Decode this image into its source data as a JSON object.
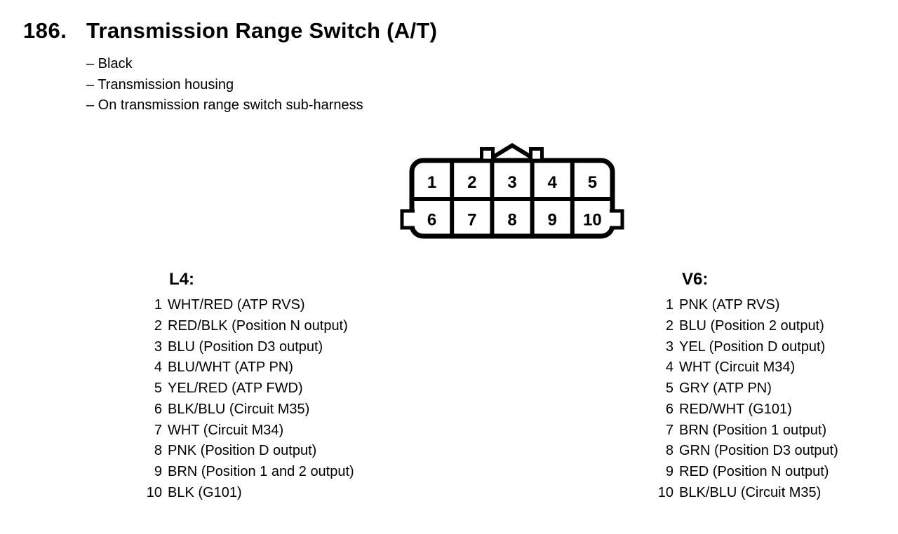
{
  "page": {
    "number": "186.",
    "title": "Transmission Range Switch (A/T)",
    "bullets": [
      "– Black",
      "– Transmission housing",
      "– On transmission range switch sub-harness"
    ]
  },
  "connector": {
    "pins_top": [
      "1",
      "2",
      "3",
      "4",
      "5"
    ],
    "pins_bottom": [
      "6",
      "7",
      "8",
      "9",
      "10"
    ]
  },
  "l4": {
    "title": "L4:",
    "pins": [
      {
        "num": "1",
        "desc": "WHT/RED (ATP RVS)"
      },
      {
        "num": "2",
        "desc": "RED/BLK (Position N output)"
      },
      {
        "num": "3",
        "desc": "BLU (Position D3 output)"
      },
      {
        "num": "4",
        "desc": "BLU/WHT (ATP PN)"
      },
      {
        "num": "5",
        "desc": "YEL/RED (ATP FWD)"
      },
      {
        "num": "6",
        "desc": "BLK/BLU (Circuit M35)"
      },
      {
        "num": "7",
        "desc": "WHT (Circuit M34)"
      },
      {
        "num": "8",
        "desc": "PNK (Position D output)"
      },
      {
        "num": "9",
        "desc": "BRN (Position 1 and 2 output)"
      },
      {
        "num": "10",
        "desc": "BLK (G101)"
      }
    ]
  },
  "v6": {
    "title": "V6:",
    "pins": [
      {
        "num": "1",
        "desc": "PNK (ATP RVS)"
      },
      {
        "num": "2",
        "desc": "BLU (Position 2 output)"
      },
      {
        "num": "3",
        "desc": "YEL (Position D output)"
      },
      {
        "num": "4",
        "desc": "WHT (Circuit M34)"
      },
      {
        "num": "5",
        "desc": "GRY (ATP PN)"
      },
      {
        "num": "6",
        "desc": "RED/WHT (G101)"
      },
      {
        "num": "7",
        "desc": "BRN (Position 1 output)"
      },
      {
        "num": "8",
        "desc": "GRN (Position D3 output)"
      },
      {
        "num": "9",
        "desc": "RED (Position N output)"
      },
      {
        "num": "10",
        "desc": "BLK/BLU (Circuit M35)"
      }
    ]
  },
  "colors": {
    "ink": "#000000",
    "paper": "#ffffff"
  }
}
